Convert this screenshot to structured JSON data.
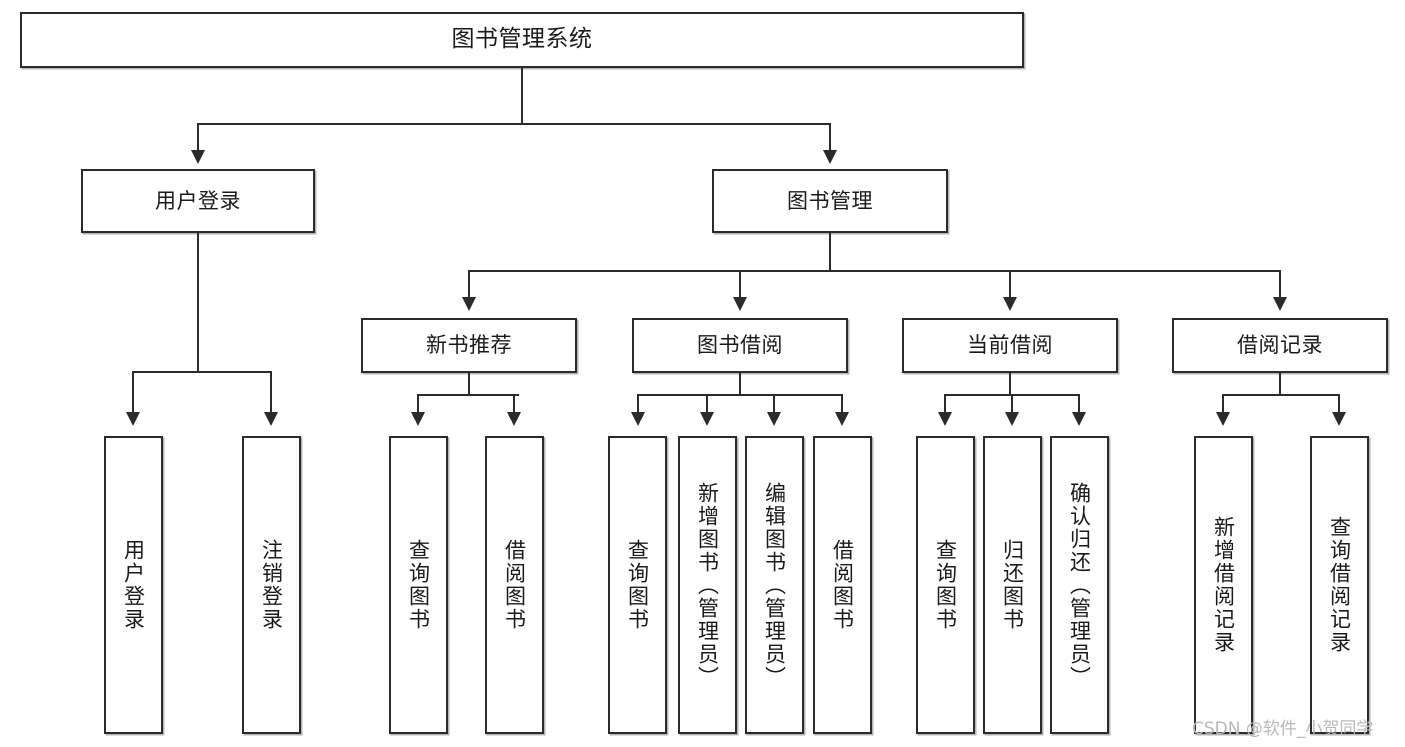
{
  "diagram": {
    "type": "tree-hierarchy-flowchart",
    "title": "图书管理系统",
    "orientation": "top-down",
    "colors": {
      "box_border": "#2b2b2b",
      "box_fill": "#ffffff",
      "connector": "#2b2b2b",
      "text": "#1a1a1a",
      "watermark": "#b9b9b9",
      "background": "#ffffff"
    }
  },
  "root": {
    "label": "图书管理系统"
  },
  "level1": [
    {
      "label": "用户登录"
    },
    {
      "label": "图书管理"
    }
  ],
  "level2": [
    {
      "label": "新书推荐"
    },
    {
      "label": "图书借阅"
    },
    {
      "label": "当前借阅"
    },
    {
      "label": "借阅记录"
    }
  ],
  "leaves": {
    "user_login": [
      {
        "label": "用户登录"
      },
      {
        "label": "注销登录"
      }
    ],
    "new_book_recommend": [
      {
        "label": "查询图书"
      },
      {
        "label": "借阅图书"
      }
    ],
    "book_borrow": [
      {
        "label": "查询图书"
      },
      {
        "label": "新增图书（管理员）"
      },
      {
        "label": "编辑图书（管理员）"
      },
      {
        "label": "借阅图书"
      }
    ],
    "current_borrow": [
      {
        "label": "查询图书"
      },
      {
        "label": "归还图书"
      },
      {
        "label": "确认归还（管理员）"
      }
    ],
    "borrow_records": [
      {
        "label": "新增借阅记录"
      },
      {
        "label": "查询借阅记录"
      }
    ]
  },
  "watermark": {
    "text": "CSDN @软件_小贺同学"
  }
}
